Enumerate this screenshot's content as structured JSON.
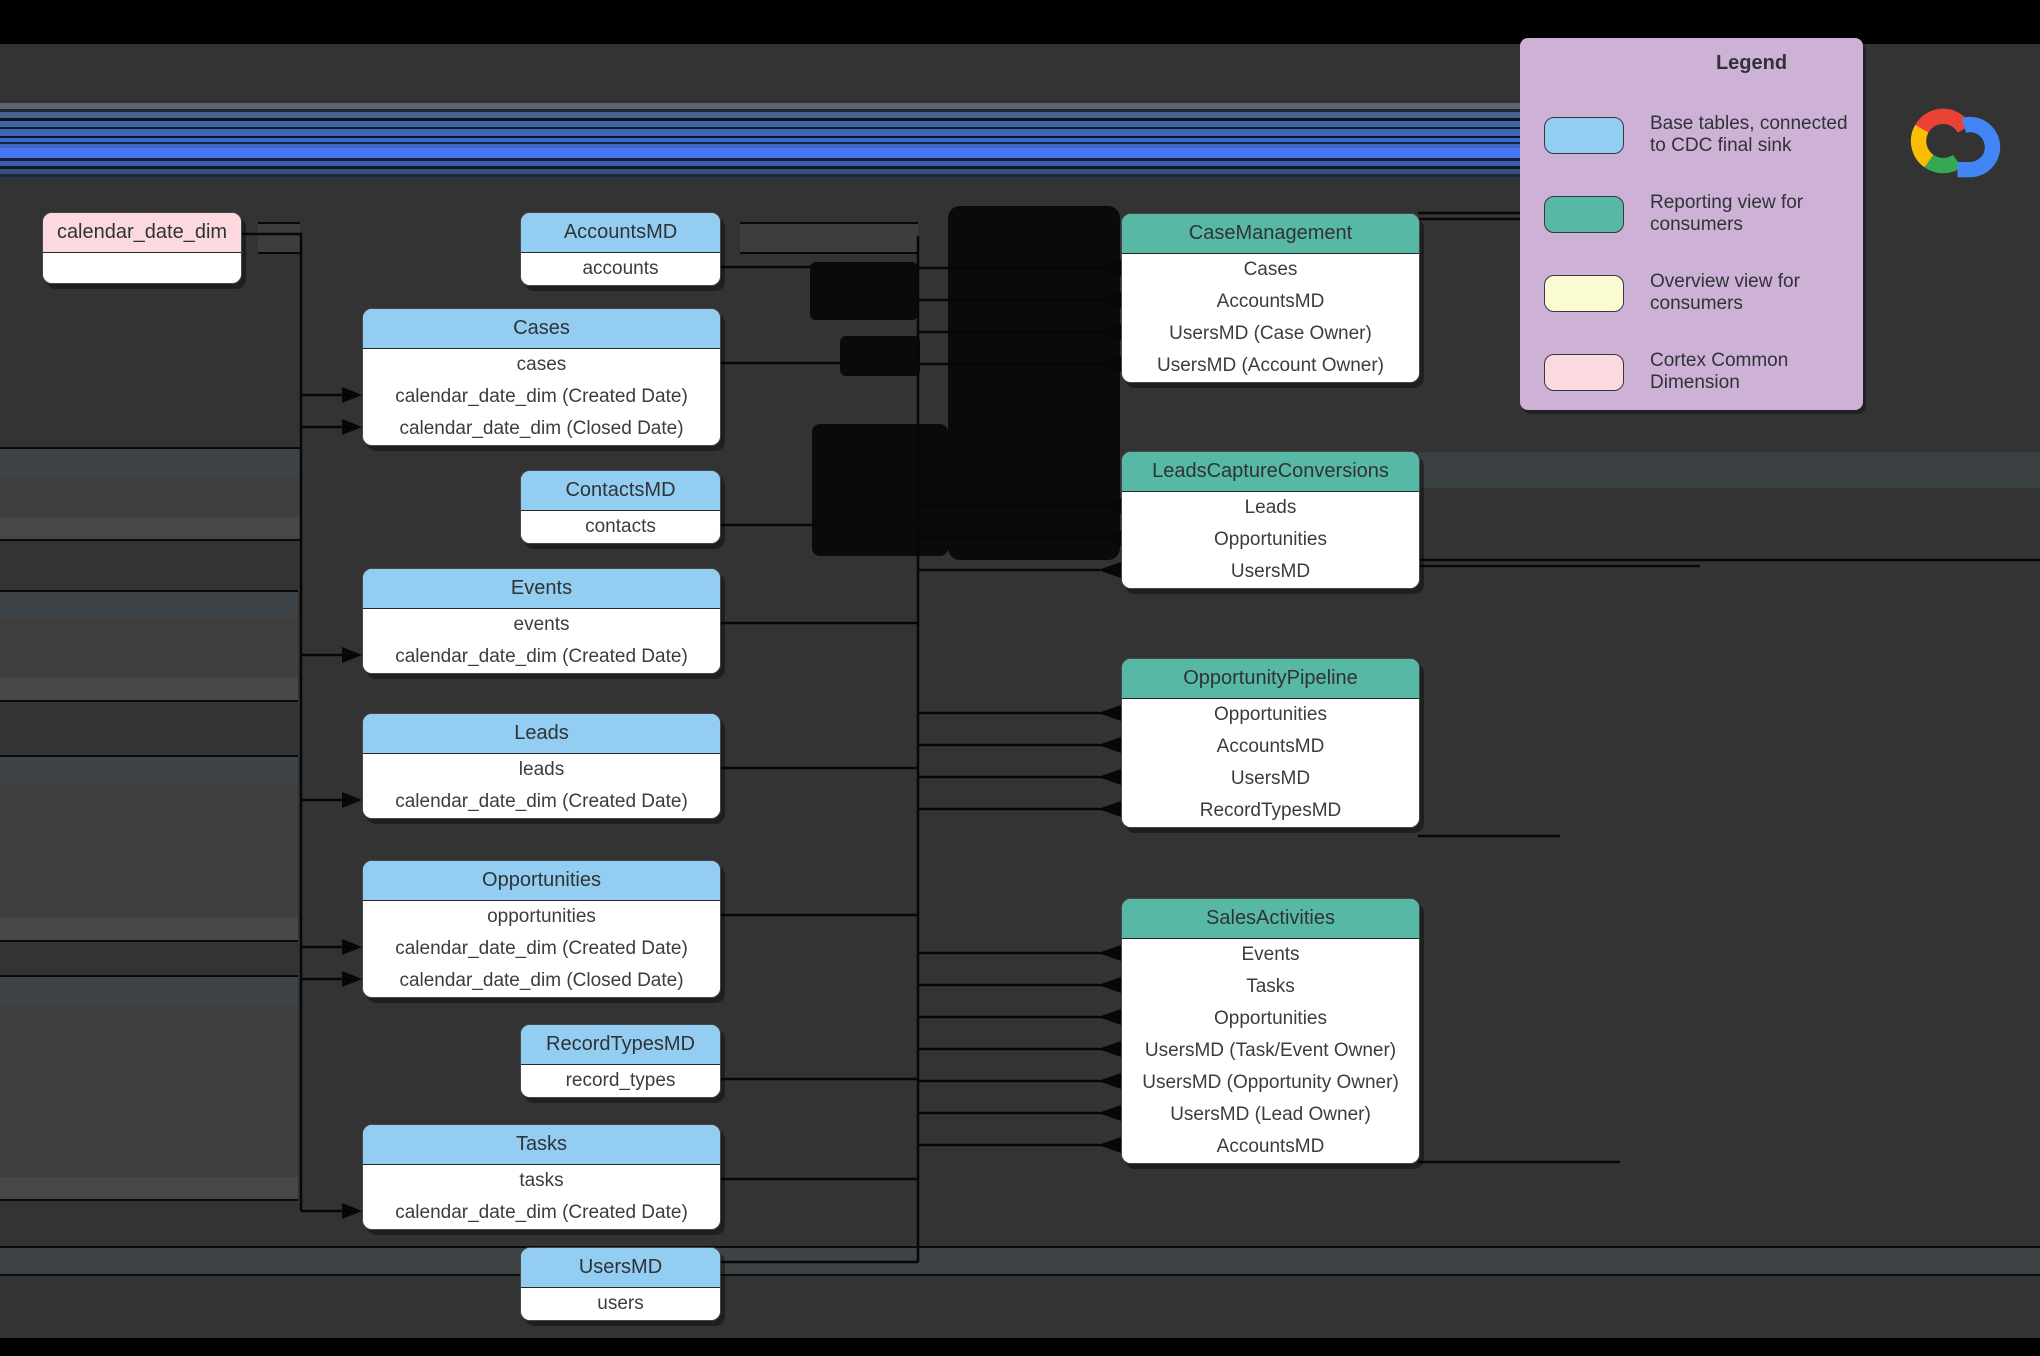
{
  "palette": {
    "base_table_blue": "#93cef2",
    "reporting_teal": "#58b8a6",
    "overview_yellow": "#fafbd0",
    "dimension_pink": "#fcd9de",
    "legend_bg": "#cdb1d6",
    "canvas_dark": "#333333",
    "topbar_black": "#000000",
    "stripe_blue_bright": "#4778f2",
    "google_blue": "#4285F4",
    "google_red": "#EA4335",
    "google_yellow": "#FBBC05",
    "google_green": "#34A853"
  },
  "tables": [
    {
      "id": "calendar_date_dim",
      "kind": "pink",
      "header": "calendar_date_dim",
      "rows": []
    },
    {
      "id": "AccountsMD",
      "kind": "blue",
      "header": "AccountsMD",
      "rows": [
        "accounts"
      ]
    },
    {
      "id": "Cases",
      "kind": "blue",
      "header": "Cases",
      "rows": [
        "cases",
        "calendar_date_dim (Created Date)",
        "calendar_date_dim (Closed Date)"
      ]
    },
    {
      "id": "ContactsMD",
      "kind": "blue",
      "header": "ContactsMD",
      "rows": [
        "contacts"
      ]
    },
    {
      "id": "Events",
      "kind": "blue",
      "header": "Events",
      "rows": [
        "events",
        "calendar_date_dim (Created Date)"
      ]
    },
    {
      "id": "Leads",
      "kind": "blue",
      "header": "Leads",
      "rows": [
        "leads",
        "calendar_date_dim (Created Date)"
      ]
    },
    {
      "id": "Opportunities",
      "kind": "blue",
      "header": "Opportunities",
      "rows": [
        "opportunities",
        "calendar_date_dim (Created Date)",
        "calendar_date_dim (Closed Date)"
      ]
    },
    {
      "id": "RecordTypesMD",
      "kind": "blue",
      "header": "RecordTypesMD",
      "rows": [
        "record_types"
      ]
    },
    {
      "id": "Tasks",
      "kind": "blue",
      "header": "Tasks",
      "rows": [
        "tasks",
        "calendar_date_dim (Created Date)"
      ]
    },
    {
      "id": "UsersMD",
      "kind": "blue",
      "header": "UsersMD",
      "rows": [
        "users"
      ]
    },
    {
      "id": "CaseManagement",
      "kind": "teal",
      "header": "CaseManagement",
      "rows": [
        "Cases",
        "AccountsMD",
        "UsersMD (Case Owner)",
        "UsersMD (Account Owner)"
      ]
    },
    {
      "id": "LeadsCaptureConversions",
      "kind": "teal",
      "header": "LeadsCaptureConversions",
      "rows": [
        "Leads",
        "Opportunities",
        "UsersMD"
      ]
    },
    {
      "id": "OpportunityPipeline",
      "kind": "teal",
      "header": "OpportunityPipeline",
      "rows": [
        "Opportunities",
        "AccountsMD",
        "UsersMD",
        "RecordTypesMD"
      ]
    },
    {
      "id": "SalesActivities",
      "kind": "teal",
      "header": "SalesActivities",
      "rows": [
        "Events",
        "Tasks",
        "Opportunities",
        "UsersMD (Task/Event Owner)",
        "UsersMD (Opportunity Owner)",
        "UsersMD (Lead Owner)",
        "AccountsMD"
      ]
    }
  ],
  "legend": {
    "title": "Legend",
    "items": [
      {
        "swatch": "base_table_blue",
        "label": "Base tables, connected to CDC final sink"
      },
      {
        "swatch": "reporting_teal",
        "label": "Reporting view for consumers"
      },
      {
        "swatch": "overview_yellow",
        "label": "Overview view for consumers"
      },
      {
        "swatch": "dimension_pink",
        "label": "Cortex Common Dimension"
      }
    ]
  },
  "brand": {
    "logo_icon": "google-cloud-logo"
  }
}
